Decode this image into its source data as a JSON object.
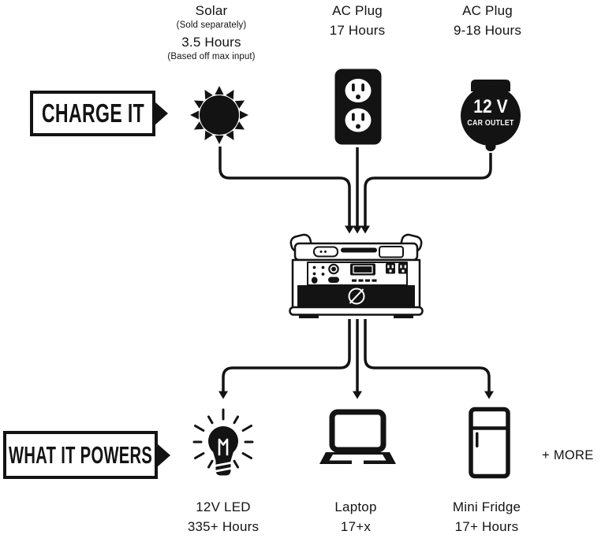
{
  "colors": {
    "ink": "#131313",
    "background": "#ffffff"
  },
  "charge": {
    "box_label": "CHARGE IT",
    "solar": {
      "title": "Solar",
      "subtitle": "(Sold separately)",
      "time": "3.5 Hours",
      "note": "(Based off max input)",
      "icon": "sun-icon"
    },
    "ac": {
      "title": "AC Plug",
      "time": "17 Hours",
      "icon": "wall-outlet-icon"
    },
    "car": {
      "title": "AC Plug",
      "time": "9-18 Hours",
      "icon": "car-outlet-icon",
      "badge_line1": "12 V",
      "badge_line2": "CAR OUTLET"
    }
  },
  "device": {
    "name": "portable-power-station",
    "logo": "goal-zero-logo"
  },
  "powers": {
    "box_label": "WHAT IT POWERS",
    "led": {
      "title": "12V LED",
      "time": "335+ Hours",
      "icon": "light-bulb-icon"
    },
    "laptop": {
      "title": "Laptop",
      "time": "17+x",
      "icon": "laptop-icon"
    },
    "fridge": {
      "title": "Mini Fridge",
      "time": "17+ Hours",
      "icon": "mini-fridge-icon"
    },
    "more_label": "+ MORE"
  }
}
